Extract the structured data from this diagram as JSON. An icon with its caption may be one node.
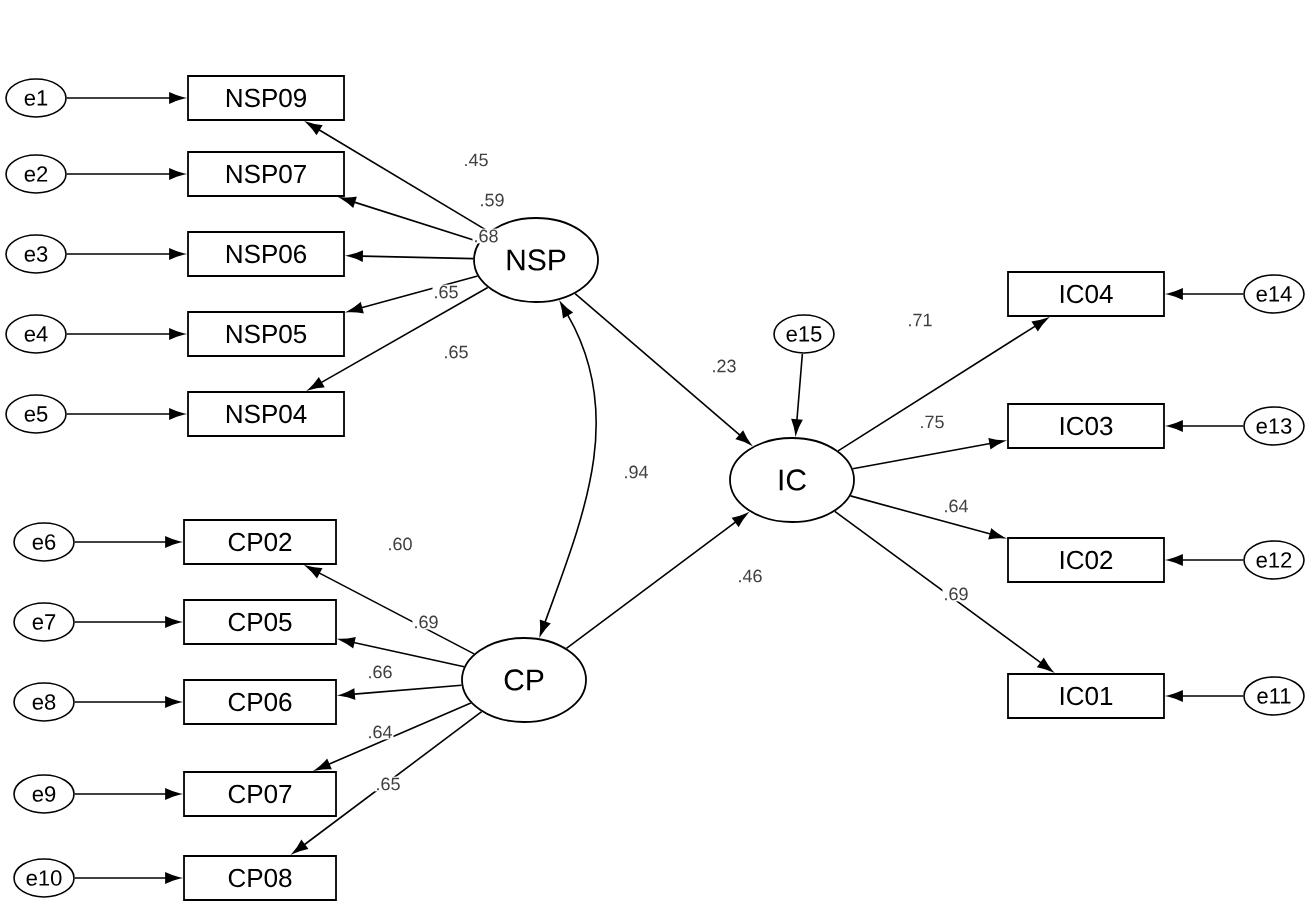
{
  "diagram": {
    "nodes": [
      {
        "text": [
          "e1"
        ]
      },
      {
        "text": [
          "NSP09"
        ]
      },
      {
        "text": [
          "e2"
        ]
      },
      {
        "text": [
          "NSP07"
        ]
      },
      {
        "text": [
          "e3"
        ]
      },
      {
        "text": [
          "NSP06"
        ]
      },
      {
        "text": [
          "e4"
        ]
      },
      {
        "text": [
          "NSP05"
        ]
      },
      {
        "text": [
          "e5"
        ]
      },
      {
        "text": [
          "NSP04"
        ]
      },
      {
        "text": [
          "NSP"
        ]
      },
      {
        "text": [
          "e6"
        ]
      },
      {
        "text": [
          "CP02"
        ]
      },
      {
        "text": [
          "e7"
        ]
      },
      {
        "text": [
          "CP05"
        ]
      },
      {
        "text": [
          "e8"
        ]
      },
      {
        "text": [
          "CP06"
        ]
      },
      {
        "text": [
          "e9"
        ]
      },
      {
        "text": [
          "CP07"
        ]
      },
      {
        "text": [
          "e10"
        ]
      },
      {
        "text": [
          "CP08"
        ]
      },
      {
        "text": [
          "CP"
        ]
      },
      {
        "text": [
          "e15"
        ]
      },
      {
        "text": [
          "IC"
        ]
      },
      {
        "text": [
          "IC04"
        ]
      },
      {
        "text": [
          "e14"
        ]
      },
      {
        "text": [
          "IC03"
        ]
      },
      {
        "text": [
          "e13"
        ]
      },
      {
        "text": [
          "IC02"
        ]
      },
      {
        "text": [
          "e12"
        ]
      },
      {
        "text": [
          "IC01"
        ]
      },
      {
        "text": [
          "e11"
        ]
      }
    ],
    "edges": [
      {
        "from": 0,
        "to": 1,
        "arrow": "to"
      },
      {
        "from": 2,
        "to": 3,
        "arrow": "to"
      },
      {
        "from": 4,
        "to": 5,
        "arrow": "to"
      },
      {
        "from": 6,
        "to": 7,
        "arrow": "to"
      },
      {
        "from": 8,
        "to": 9,
        "arrow": "to"
      },
      {
        "from": 10,
        "to": 1,
        "arrow": "to",
        "label": ".45"
      },
      {
        "from": 10,
        "to": 3,
        "arrow": "to",
        "label": ".59"
      },
      {
        "from": 10,
        "to": 5,
        "arrow": "to",
        "label": ".68"
      },
      {
        "from": 10,
        "to": 7,
        "arrow": "to",
        "label": ".65"
      },
      {
        "from": 10,
        "to": 9,
        "arrow": "to",
        "label": ".65"
      },
      {
        "from": 11,
        "to": 12,
        "arrow": "to"
      },
      {
        "from": 13,
        "to": 14,
        "arrow": "to"
      },
      {
        "from": 15,
        "to": 16,
        "arrow": "to"
      },
      {
        "from": 17,
        "to": 18,
        "arrow": "to"
      },
      {
        "from": 19,
        "to": 20,
        "arrow": "to"
      },
      {
        "from": 21,
        "to": 12,
        "arrow": "to",
        "label": ".60"
      },
      {
        "from": 21,
        "to": 14,
        "arrow": "to",
        "label": ".69"
      },
      {
        "from": 21,
        "to": 16,
        "arrow": "to",
        "label": ".66"
      },
      {
        "from": 21,
        "to": 18,
        "arrow": "to",
        "label": ".64"
      },
      {
        "from": 21,
        "to": 20,
        "arrow": "to",
        "label": ".65"
      },
      {
        "from": 10,
        "to": 21,
        "arrow": "both",
        "label": ".94"
      },
      {
        "from": 10,
        "to": 23,
        "arrow": "to",
        "label": ".23"
      },
      {
        "from": 21,
        "to": 23,
        "arrow": "to",
        "label": ".46"
      },
      {
        "from": 22,
        "to": 23,
        "arrow": "to"
      },
      {
        "from": 23,
        "to": 24,
        "arrow": "to",
        "label": ".71"
      },
      {
        "from": 23,
        "to": 26,
        "arrow": "to",
        "label": ".75"
      },
      {
        "from": 23,
        "to": 28,
        "arrow": "to",
        "label": ".64"
      },
      {
        "from": 23,
        "to": 30,
        "arrow": "to",
        "label": ".69"
      },
      {
        "from": 25,
        "to": 24,
        "arrow": "to"
      },
      {
        "from": 27,
        "to": 26,
        "arrow": "to"
      },
      {
        "from": 29,
        "to": 28,
        "arrow": "to"
      },
      {
        "from": 31,
        "to": 30,
        "arrow": "to"
      }
    ]
  }
}
